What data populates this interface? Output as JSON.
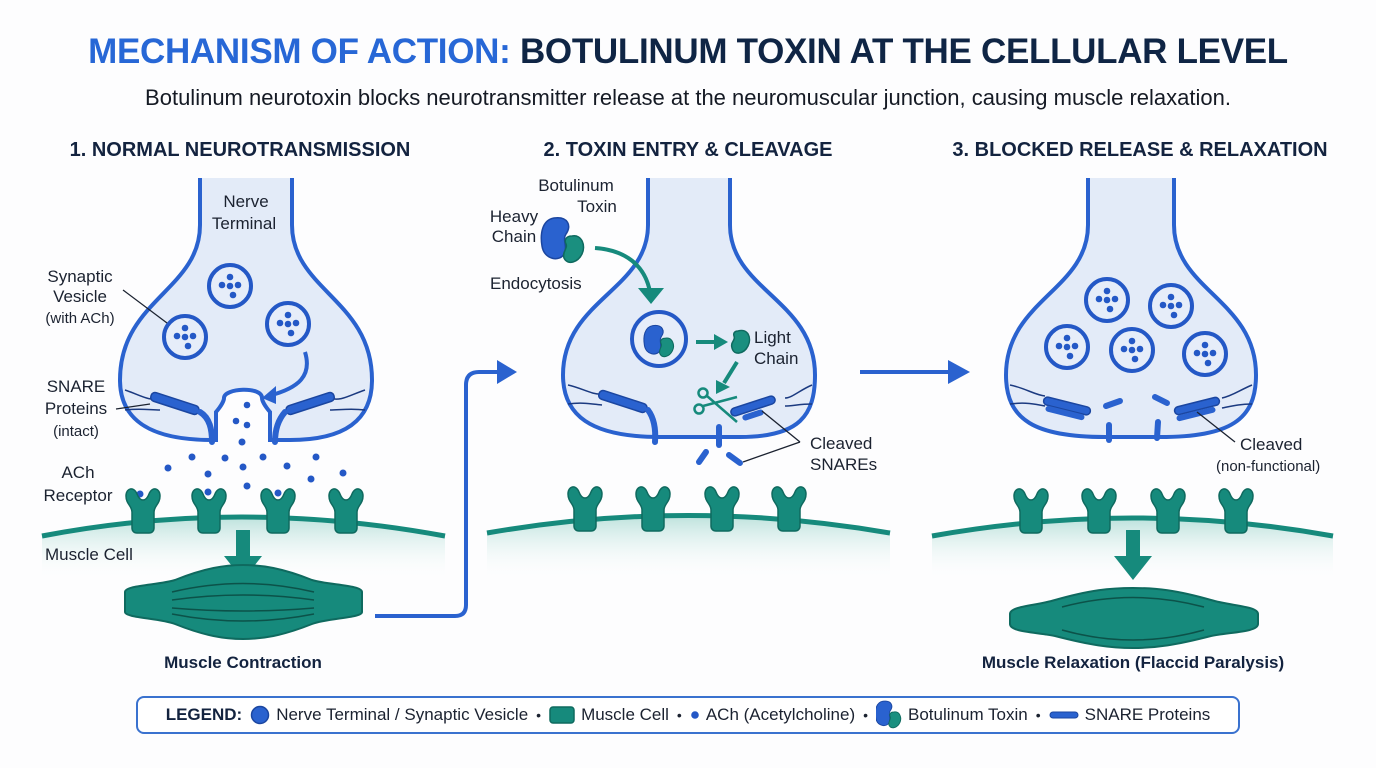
{
  "title": {
    "part1": "MECHANISM OF ACTION:",
    "part2": "BOTULINUM TOXIN AT THE CELLULAR LEVEL"
  },
  "subtitle": "Botulinum neurotoxin blocks neurotransmitter release at the neuromuscular junction, causing muscle relaxation.",
  "colors": {
    "accent_blue": "#2767d6",
    "nerve_fill": "#e3ebf8",
    "nerve_stroke": "#2a62cf",
    "muscle_teal": "#168a7c",
    "title_navy": "#0f2545"
  },
  "panels": [
    {
      "title": "1. NORMAL NEUROTRANSMISSION",
      "labels": {
        "nerve_terminal": [
          "Nerve",
          "Terminal"
        ],
        "synaptic_vesicle": [
          "Synaptic",
          "Vesicle",
          "(with ACh)"
        ],
        "snare": [
          "SNARE",
          "Proteins",
          "(intact)"
        ],
        "ach_receptor": [
          "ACh",
          "Receptor"
        ],
        "muscle_cell": "Muscle Cell"
      },
      "outcome": "Muscle Contraction"
    },
    {
      "title": "2. TOXIN ENTRY & CLEAVAGE",
      "labels": {
        "toxin": [
          "Botulinum",
          "Toxin"
        ],
        "heavy_chain": [
          "Heavy",
          "Chain"
        ],
        "endocytosis": "Endocytosis",
        "light_chain": [
          "Light",
          "Chain"
        ],
        "cleaved": [
          "Cleaved",
          "SNAREs"
        ]
      }
    },
    {
      "title": "3. BLOCKED RELEASE & RELAXATION",
      "labels": {
        "cleaved": [
          "Cleaved",
          "(non-functional)"
        ]
      },
      "outcome": "Muscle Relaxation (Flaccid Paralysis)"
    }
  ],
  "legend": {
    "title": "LEGEND:",
    "items": [
      {
        "icon": "blue-circle-icon",
        "label": "Nerve Terminal / Synaptic Vesicle"
      },
      {
        "icon": "teal-rect-icon",
        "label": "Muscle Cell"
      },
      {
        "icon": "small-dot-icon",
        "label": "ACh (Acetylcholine)"
      },
      {
        "icon": "toxin-kidney-icon",
        "label": "Botulinum Toxin"
      },
      {
        "icon": "snare-bar-icon",
        "label": "SNARE Proteins"
      }
    ],
    "separator": "•"
  }
}
